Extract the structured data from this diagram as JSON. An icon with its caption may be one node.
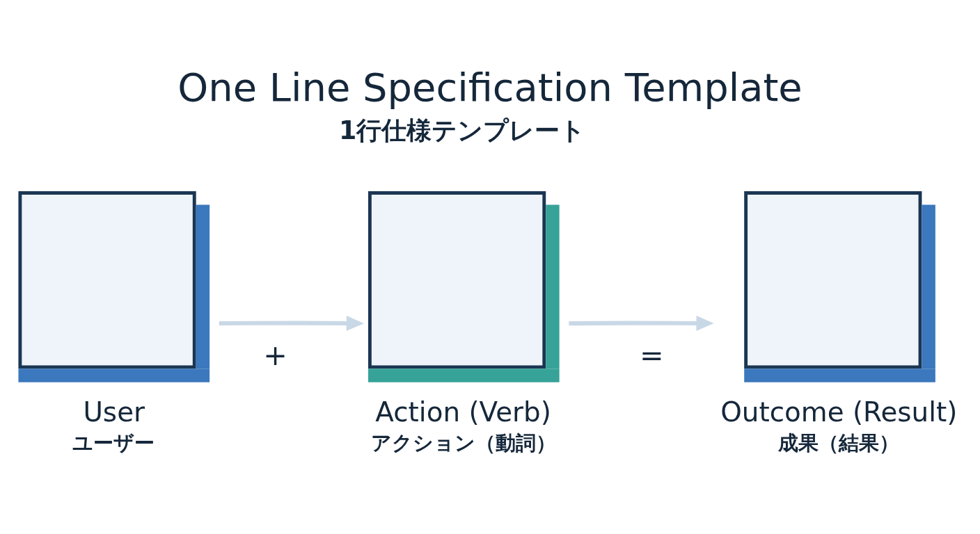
{
  "diagram": {
    "title": "One Line Specification Template",
    "nodes": [
      {
        "text": [
          "User",
          "ユーザー"
        ]
      },
      {
        "text": [
          "Action (Verb)",
          "アクション（動詞）"
        ]
      },
      {
        "text": [
          "Outcome (Result)",
          "成果（結果）"
        ]
      }
    ],
    "edges": [
      {
        "from": 0,
        "to": 1,
        "arrow": "to"
      },
      {
        "from": 1,
        "to": 2,
        "arrow": "to"
      }
    ],
    "labels": [
      "1行仕様テンプレート",
      "+",
      "="
    ]
  }
}
